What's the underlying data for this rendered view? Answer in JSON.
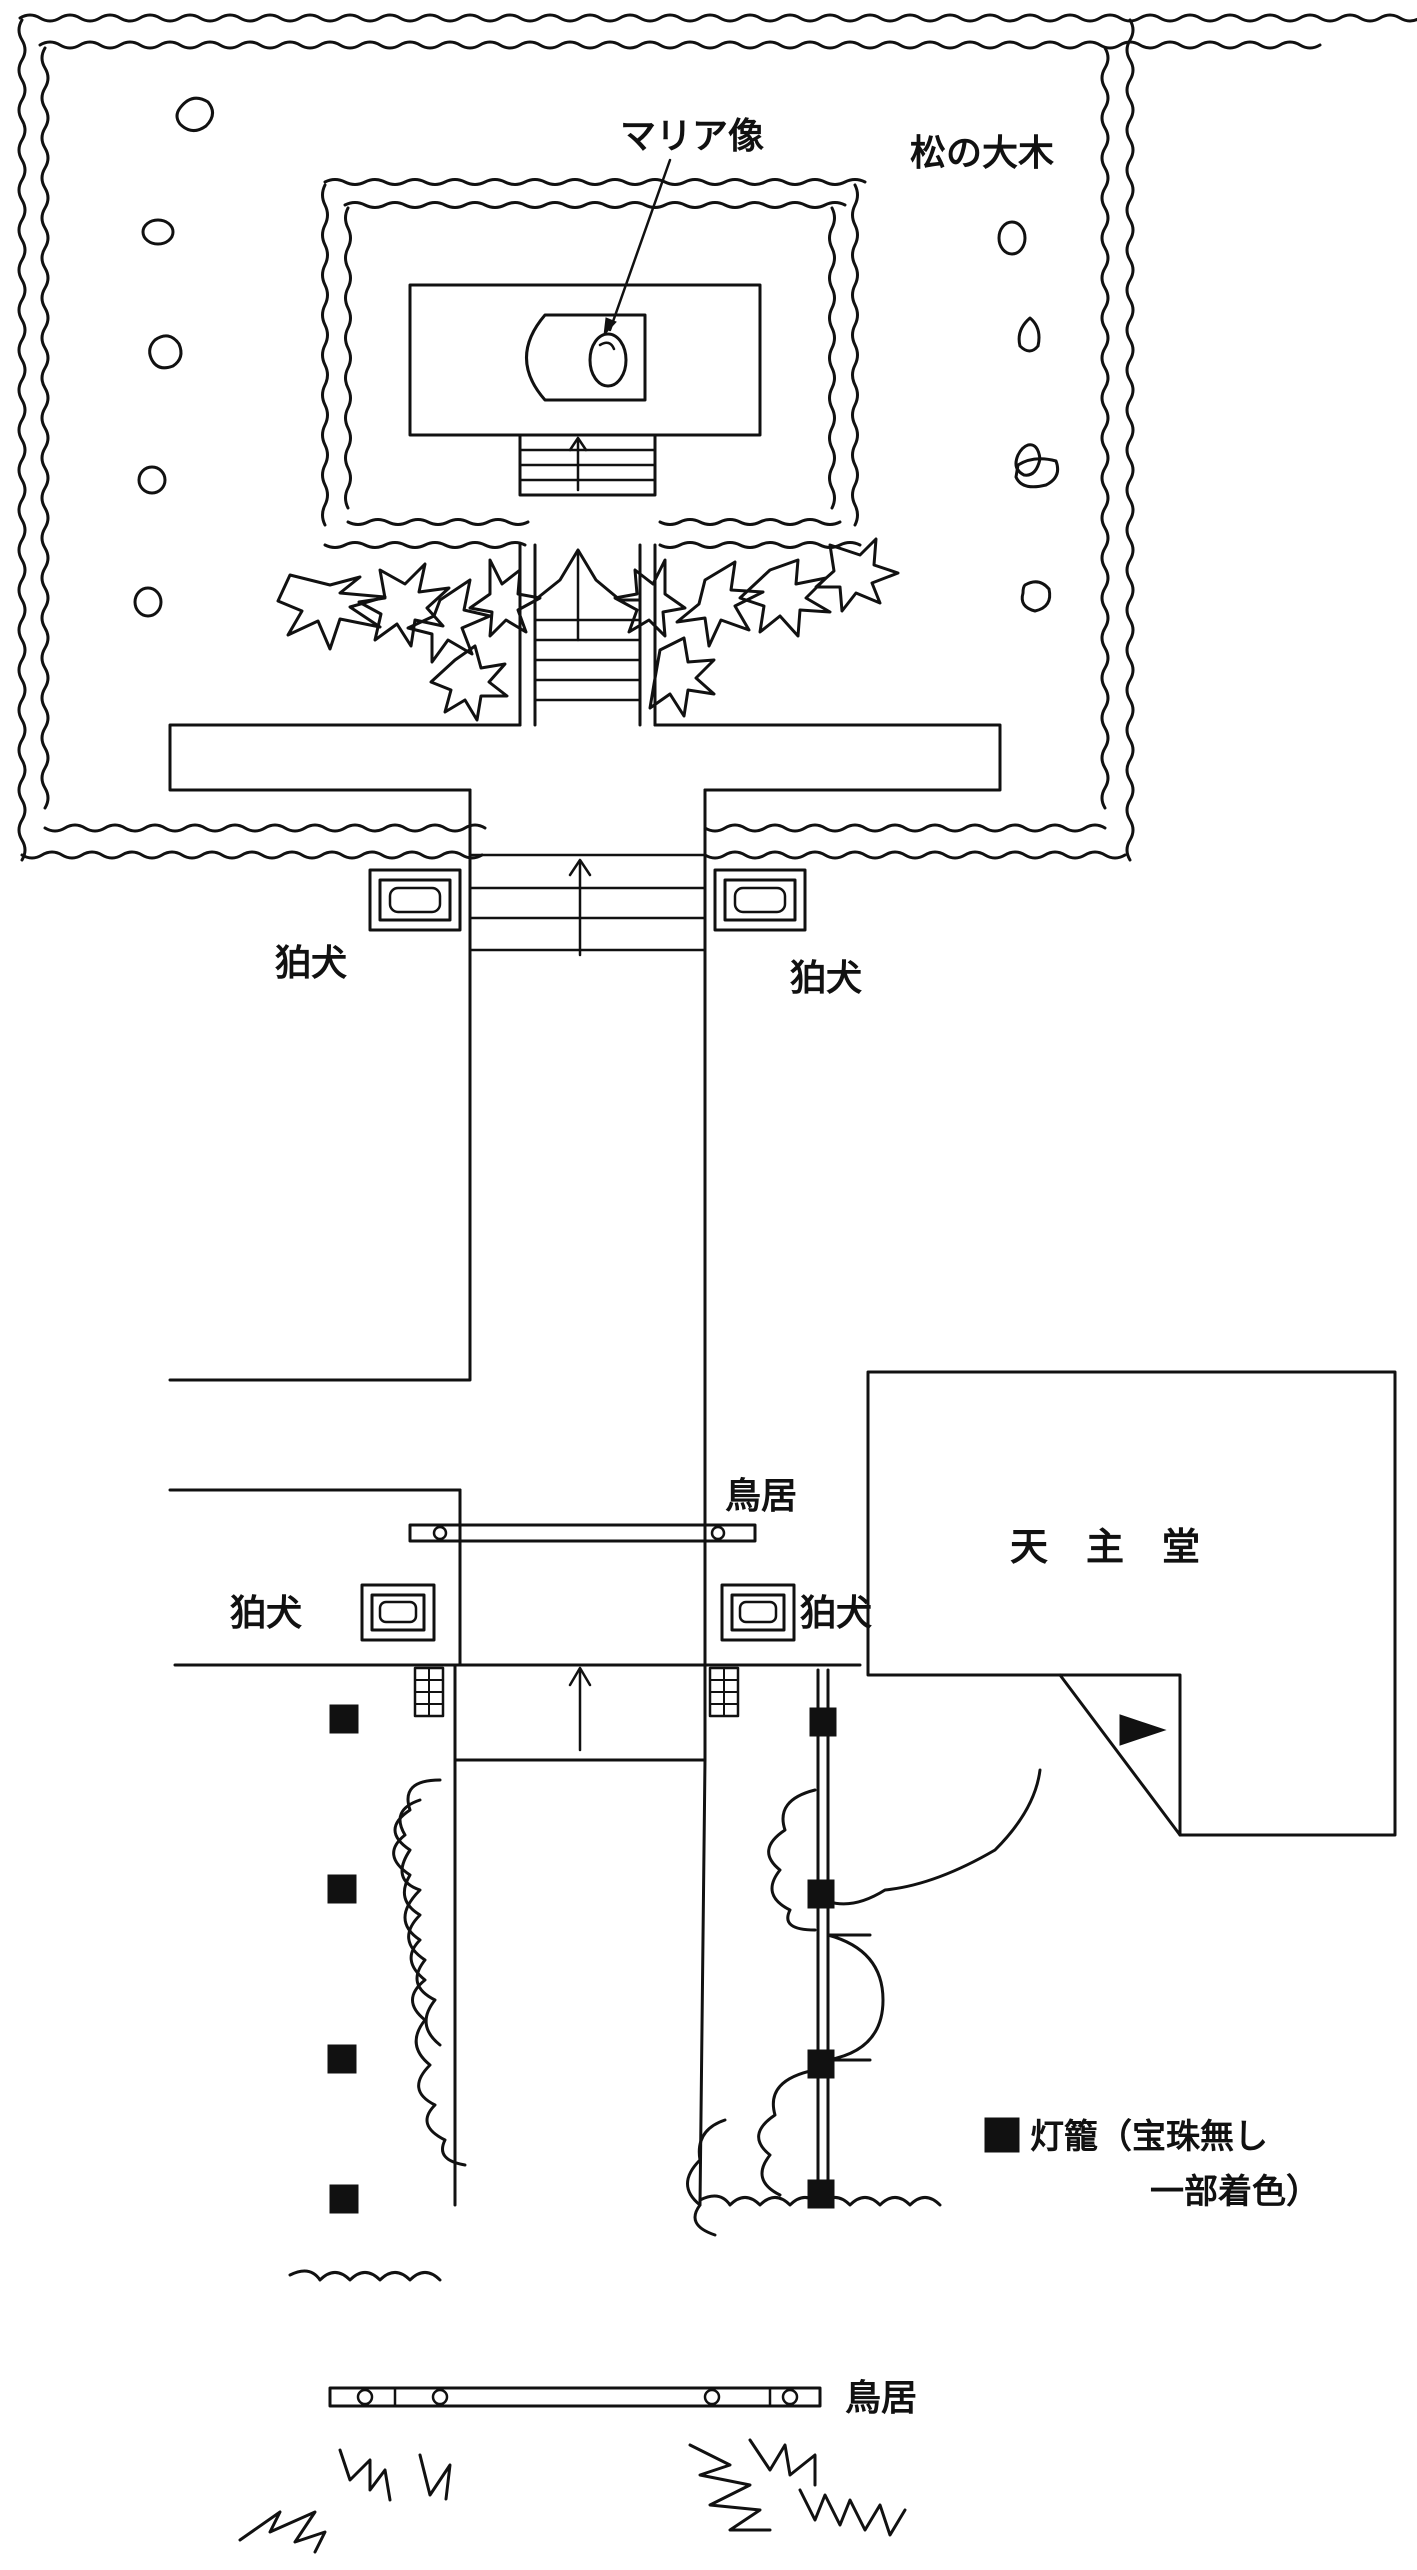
{
  "labels": {
    "maria_statue": "マリア像",
    "large_pine": "松の大木",
    "komainu": "狛犬",
    "torii": "鳥居",
    "church": "天　主　堂",
    "legend_line1": "灯籠（宝珠無し",
    "legend_line2": "一部着色）"
  },
  "colors": {
    "ink": "#111111",
    "background": "#ffffff"
  }
}
